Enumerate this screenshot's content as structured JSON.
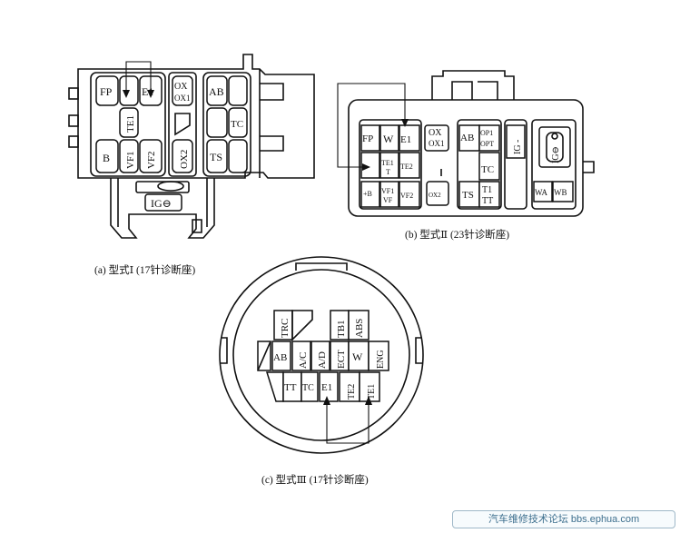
{
  "connector_a": {
    "caption": "(a) 型式Ⅰ (17针诊断座)",
    "pins": [
      "FP",
      "E1",
      "OX",
      "OX1",
      "AB",
      "TE1",
      "TC",
      "B",
      "VF1",
      "VF2",
      "OX2",
      "TS",
      "IG⊖"
    ]
  },
  "connector_b": {
    "caption": "(b) 型式Ⅱ (23针诊断座)",
    "pins": [
      "FP",
      "W",
      "E1",
      "OX",
      "OX1",
      "AB",
      "OP1",
      "OPT",
      "IG -",
      "TE1",
      "T",
      "TE2",
      "TC",
      "+B",
      "VF1",
      "VF",
      "VF2",
      "OX2",
      "TS",
      "T1",
      "TT",
      "IG⊖",
      "WA",
      "WB"
    ]
  },
  "connector_c": {
    "caption": "(c) 型式Ⅲ (17针诊断座)",
    "pins": [
      "TRC",
      "TB1",
      "ABS",
      "AB",
      "A/C",
      "A/D",
      "ECT",
      "W",
      "ENG",
      "TT",
      "TC",
      "E1",
      "TE2",
      "TE1"
    ]
  },
  "watermark": "汽车维修技术论坛 bbs.ephua.com"
}
